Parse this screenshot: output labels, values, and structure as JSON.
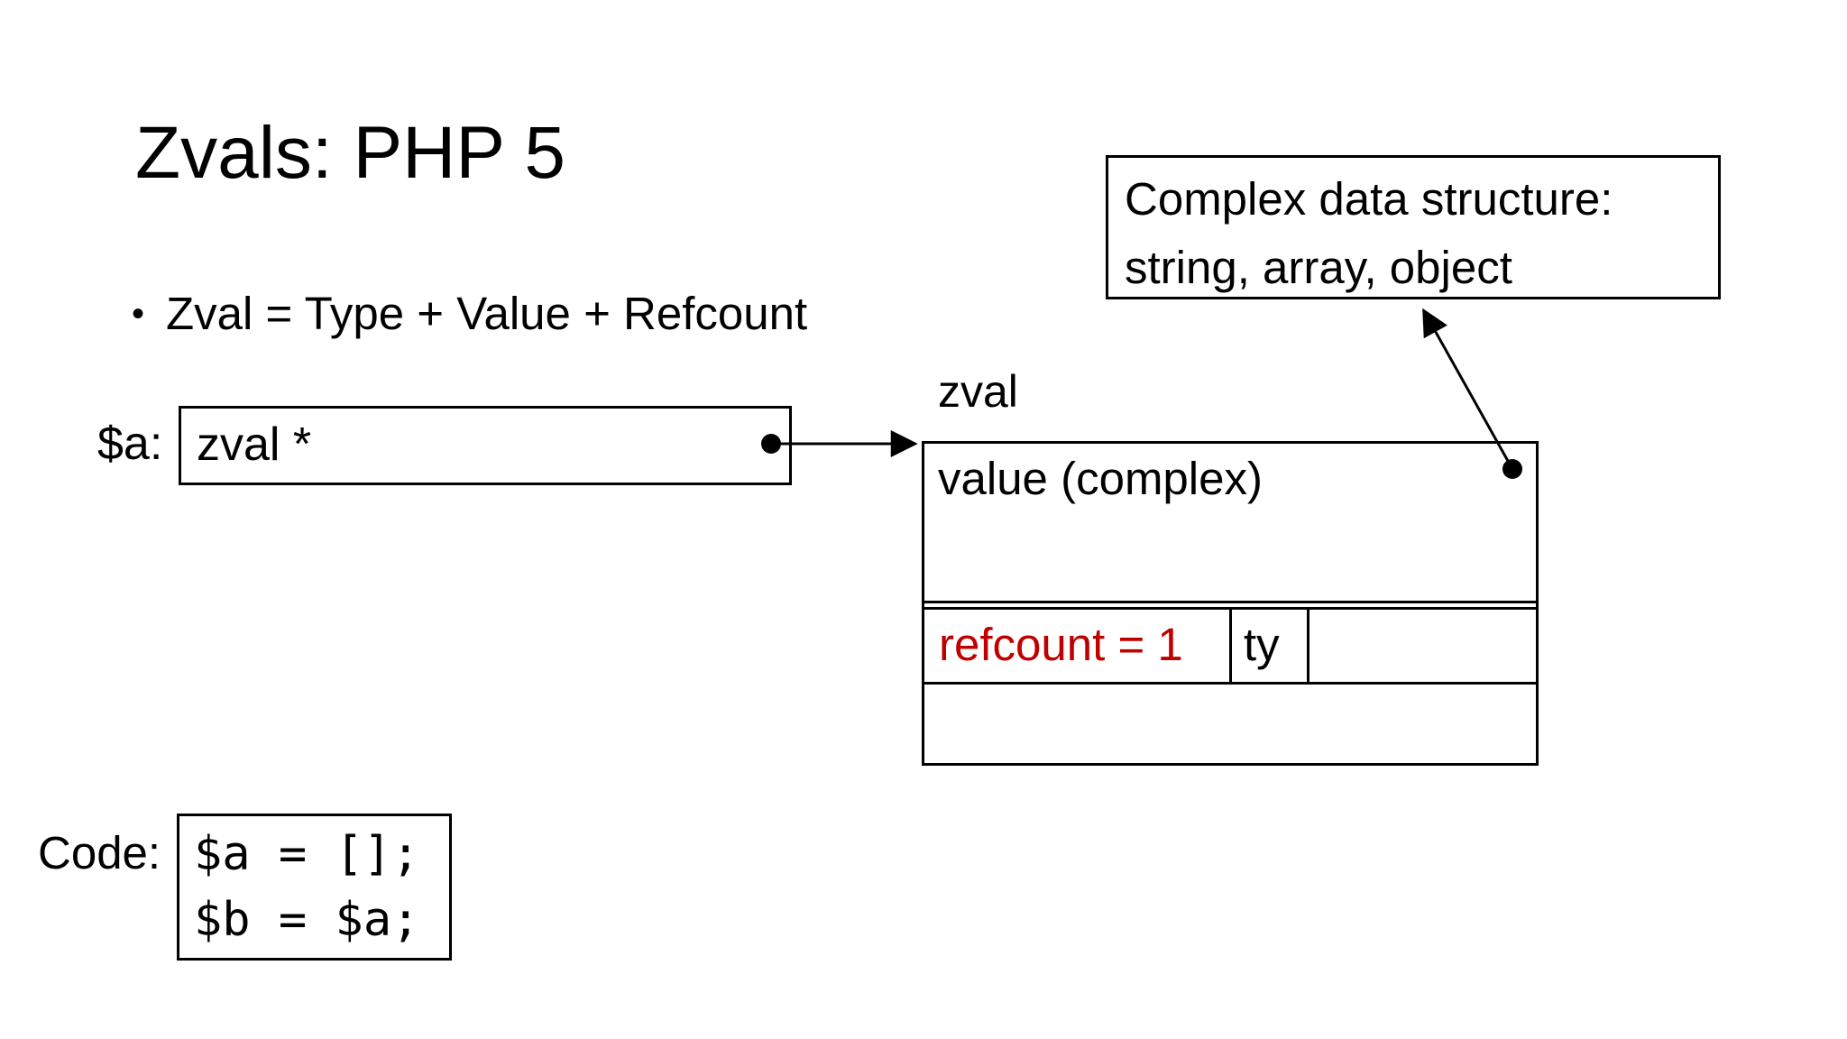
{
  "slide": {
    "title": "Zvals: PHP 5",
    "bullet_glyph": "•",
    "bullet_text": "Zval = Type + Value + Refcount"
  },
  "pointer_row": {
    "label": "$a:",
    "cell": "zval *"
  },
  "zval_box": {
    "caption": "zval",
    "value_row": "value (complex)",
    "refcount": "refcount = 1",
    "type": "ty"
  },
  "note_box": {
    "line1": "Complex data structure:",
    "line2": "string, array, object"
  },
  "code_block": {
    "label": "Code:",
    "lines": [
      "$a = [];",
      "$b = $a;"
    ]
  },
  "colors": {
    "ink": "#000000",
    "refcount_red": "#C00000",
    "background": "#FFFFFF"
  }
}
